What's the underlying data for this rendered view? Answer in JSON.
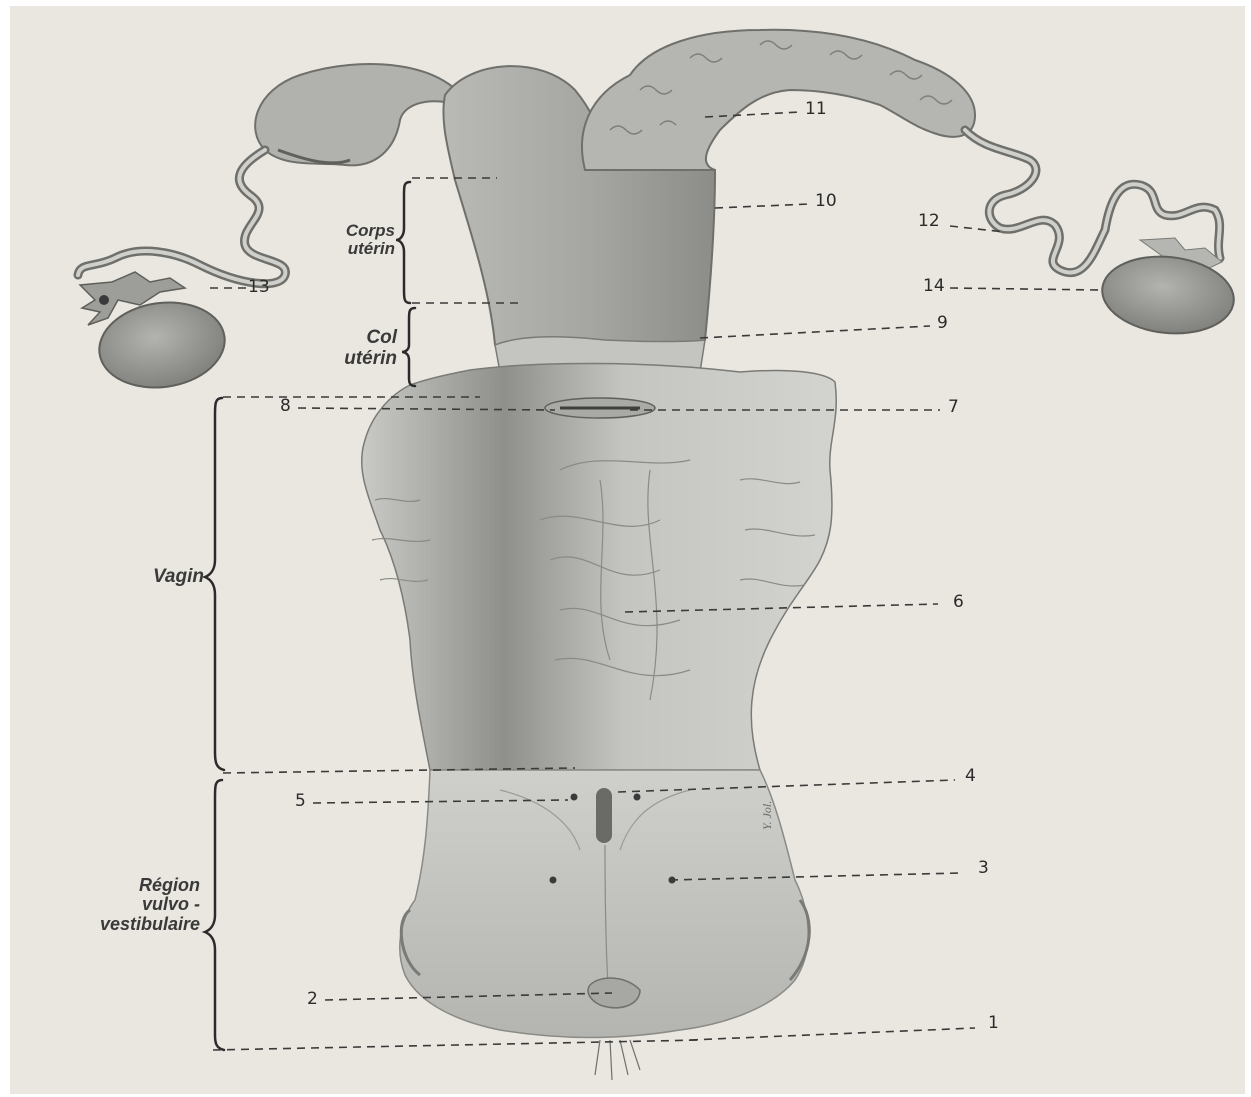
{
  "figure": {
    "artist_signature": "Y. Jol.",
    "regions": {
      "corps_uterin": [
        "Corps",
        "utérin"
      ],
      "col_uterin": [
        "Col",
        "utérin"
      ],
      "vagin": [
        "Vagin"
      ],
      "region_vulvo_vestibulaire": [
        "Région",
        "vulvo -",
        "vestibulaire"
      ]
    },
    "callouts": {
      "n1": "1",
      "n2": "2",
      "n3": "3",
      "n4": "4",
      "n5": "5",
      "n6": "6",
      "n7": "7",
      "n8": "8",
      "n9": "9",
      "n10": "10",
      "n11": "11",
      "n12": "12",
      "n13": "13",
      "n14": "14"
    }
  }
}
